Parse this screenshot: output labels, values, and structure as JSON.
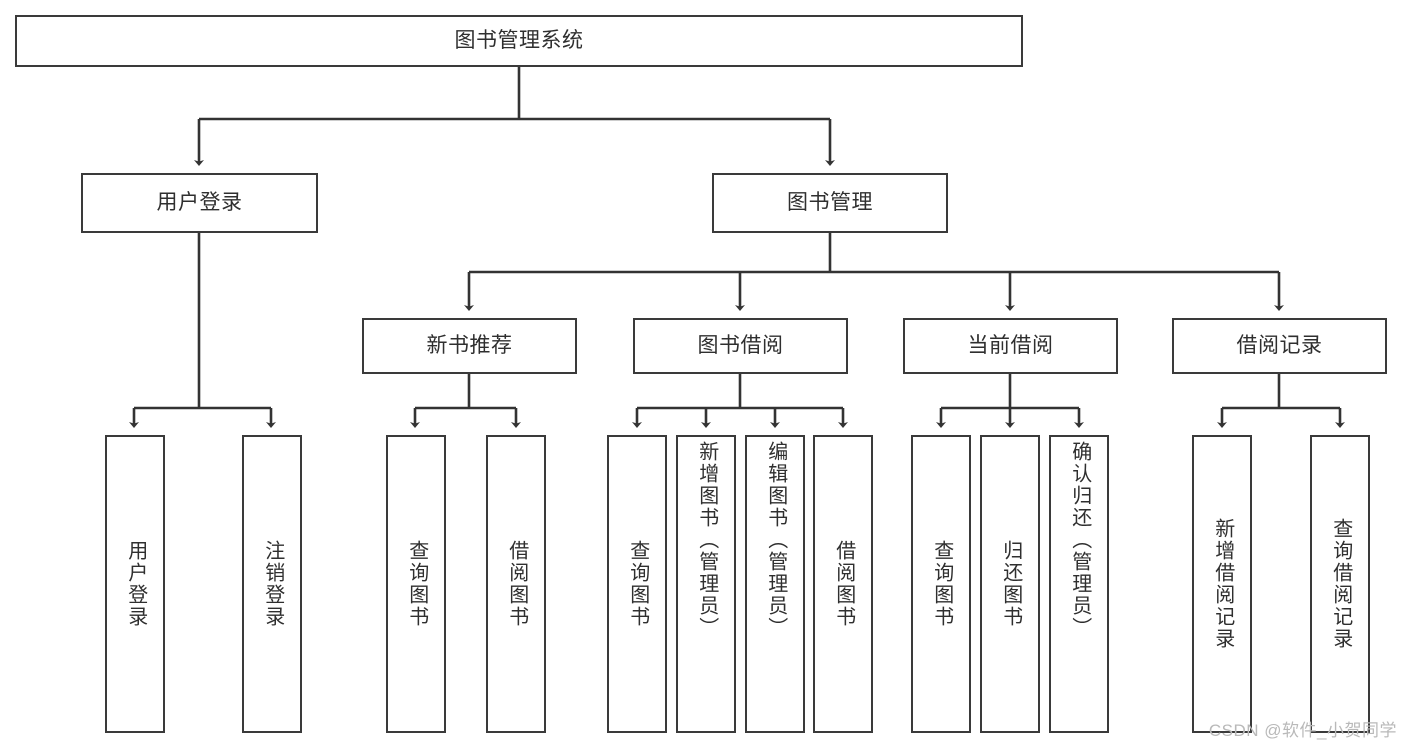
{
  "diagram": {
    "title": "图书管理系统",
    "type": "hierarchy-tree",
    "colors": {
      "background": "#ffffff",
      "border": "#3a3a3a",
      "text": "#2f2f2f",
      "connector": "#333333",
      "watermark": "#b9b9b9"
    },
    "root": {
      "label": "图书管理系统"
    },
    "level2": [
      {
        "label": "用户登录"
      },
      {
        "label": "图书管理"
      }
    ],
    "level3": [
      {
        "label": "新书推荐"
      },
      {
        "label": "图书借阅"
      },
      {
        "label": "当前借阅"
      },
      {
        "label": "借阅记录"
      }
    ],
    "leaves": {
      "user_login": [
        {
          "label": "用户登录"
        },
        {
          "label": "注销登录"
        }
      ],
      "new_book_recommend": [
        {
          "label": "查询图书"
        },
        {
          "label": "借阅图书"
        }
      ],
      "book_borrow": [
        {
          "label": "查询图书"
        },
        {
          "label": "新增图书（管理员）"
        },
        {
          "label": "编辑图书（管理员）"
        },
        {
          "label": "借阅图书"
        }
      ],
      "current_borrow": [
        {
          "label": "查询图书"
        },
        {
          "label": "归还图书"
        },
        {
          "label": "确认归还（管理员）"
        }
      ],
      "borrow_records": [
        {
          "label": "新增借阅记录"
        },
        {
          "label": "查询借阅记录"
        }
      ]
    }
  },
  "watermark": {
    "text": "CSDN @软件_小贺同学"
  }
}
